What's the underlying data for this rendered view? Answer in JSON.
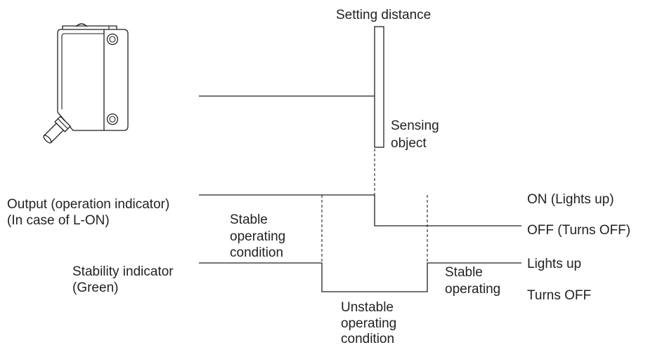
{
  "diagram": {
    "setting_distance_label": "Setting distance",
    "sensing_object_label": [
      "Sensing",
      "object"
    ],
    "output": {
      "label": [
        "Output (operation indicator)",
        "(In case of L-ON)"
      ],
      "on_label": "ON (Lights up)",
      "off_label": "OFF (Turns OFF)"
    },
    "stability": {
      "label": [
        "Stability indicator",
        "(Green)"
      ],
      "lights_up_label": "Lights up",
      "turns_off_label": "Turns OFF"
    },
    "stable_condition_label": [
      "Stable",
      "operating",
      "condition"
    ],
    "stable_operating_label": [
      "Stable",
      "operating"
    ],
    "unstable_condition_label": [
      "Unstable",
      "operating",
      "condition"
    ]
  },
  "colors": {
    "line": "#231f20",
    "background": "#ffffff"
  }
}
